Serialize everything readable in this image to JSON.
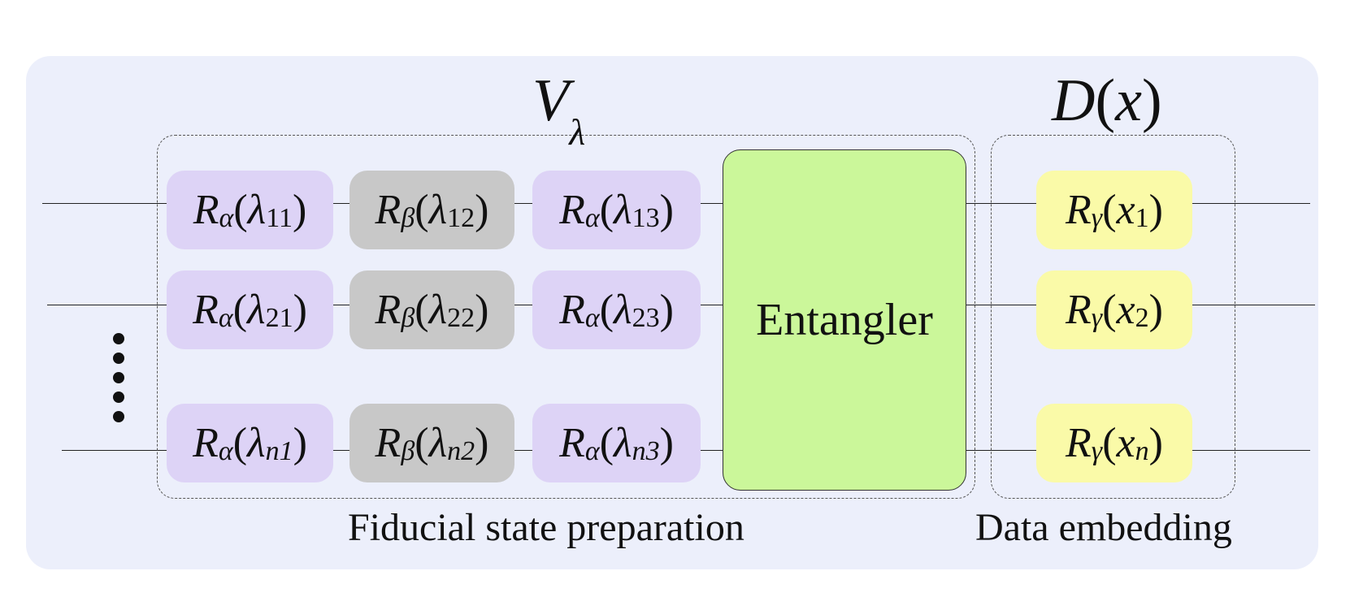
{
  "headings": {
    "v_symbol": "V",
    "v_subscript": "λ",
    "d_symbol": "D",
    "d_argument": "x"
  },
  "captions": {
    "fiducial": "Fiducial state preparation",
    "embedding": "Data embedding"
  },
  "entangler_label": "Entangler",
  "gate_symbol": "R",
  "gate_variables": {
    "alpha": "α",
    "beta": "β",
    "gamma": "γ",
    "lambda": "λ",
    "x": "x"
  },
  "rows": [
    {
      "row": "1",
      "x_index": "1",
      "alpha1": "11",
      "beta": "12",
      "alpha2": "13"
    },
    {
      "row": "2",
      "x_index": "2",
      "alpha1": "21",
      "beta": "22",
      "alpha2": "23"
    },
    {
      "row": "n",
      "x_index": "n",
      "alpha1": "n1",
      "beta": "n2",
      "alpha2": "n3"
    }
  ],
  "colors": {
    "panel": "#eceffb",
    "alpha_gate": "#ddd3f6",
    "beta_gate": "#c8c8c8",
    "gamma_gate": "#fafaa8",
    "entangler": "#cbf79a"
  }
}
